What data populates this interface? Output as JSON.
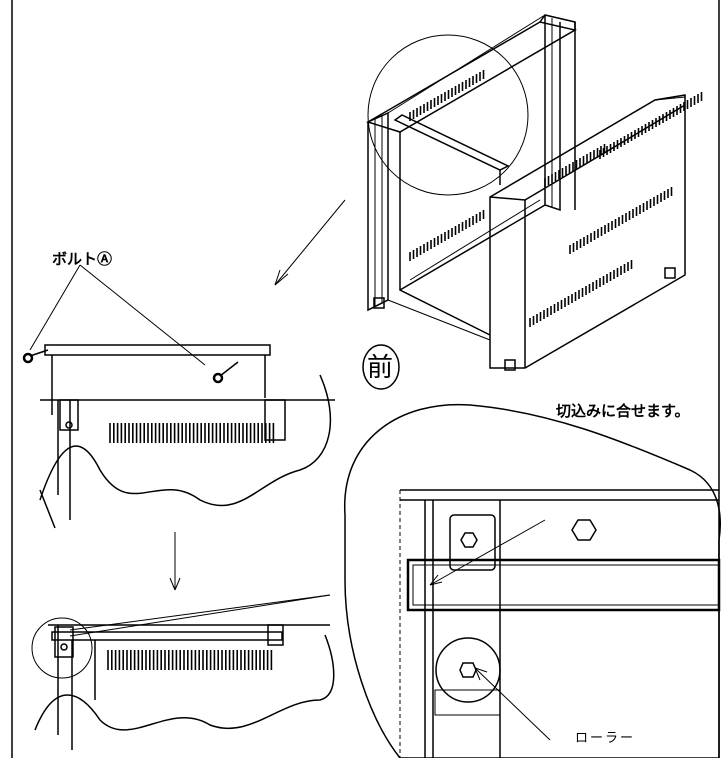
{
  "labels": {
    "bolt": "ボルトⒶ",
    "front_mark": "前",
    "cutout_note": "切込みに合せます。",
    "roller": "ローラー"
  },
  "colors": {
    "line": "#000000",
    "background": "#ffffff"
  }
}
